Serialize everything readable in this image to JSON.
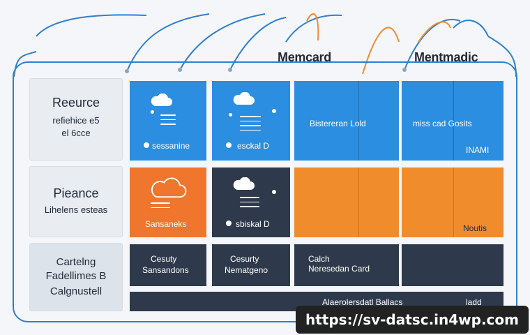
{
  "headings": {
    "left": "Memcard",
    "right": "Mentmadic"
  },
  "rows": [
    {
      "label_title": "Reeurce",
      "label_sub_1": "refiehice e5",
      "label_sub_2": "el 6cce",
      "col1_text": "sessanine",
      "col2_text": "esckal D",
      "span_left_text": "Bistereran Lold",
      "span_right_text": "miss cad Gosits",
      "span_right_bottom": "INAMI"
    },
    {
      "label_title": "Pieance",
      "label_sub_1": "Lihelens esteas",
      "col1_text": "Sansaneks",
      "col2_text": "sbiskal D",
      "span_right_bottom": "Noutis"
    },
    {
      "label_title": "Cartelng",
      "label_sub_1": "Fadellimes B",
      "label_sub_2": "Calgnustell",
      "col1_line_1": "Cesuty",
      "col1_line_2": "Sansandons",
      "col2_line_1": "Cesurty",
      "col2_line_2": "Nematgeno",
      "col3_line_1": "Calch",
      "col3_line_2": "Neresedan Card"
    }
  ],
  "footer_bar": {
    "left_text": "Alaerolersdatl Ballacs",
    "right_text": "ladd"
  },
  "url": "https://sv-datsc.in4wp.com",
  "colors": {
    "blue": "#2b8ee0",
    "orange": "#f08c2c",
    "dark": "#2e3a4b",
    "outline": "#2f7fd0"
  }
}
